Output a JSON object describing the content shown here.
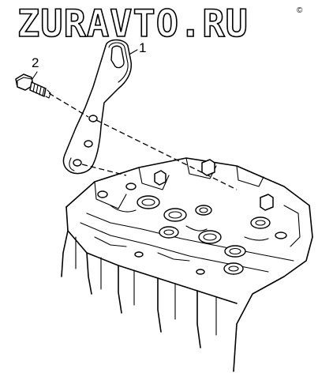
{
  "watermark": {
    "text": "ZURAVTO.RU",
    "small_mark": "©"
  },
  "callouts": {
    "bracket": "1",
    "bolt": "2"
  }
}
